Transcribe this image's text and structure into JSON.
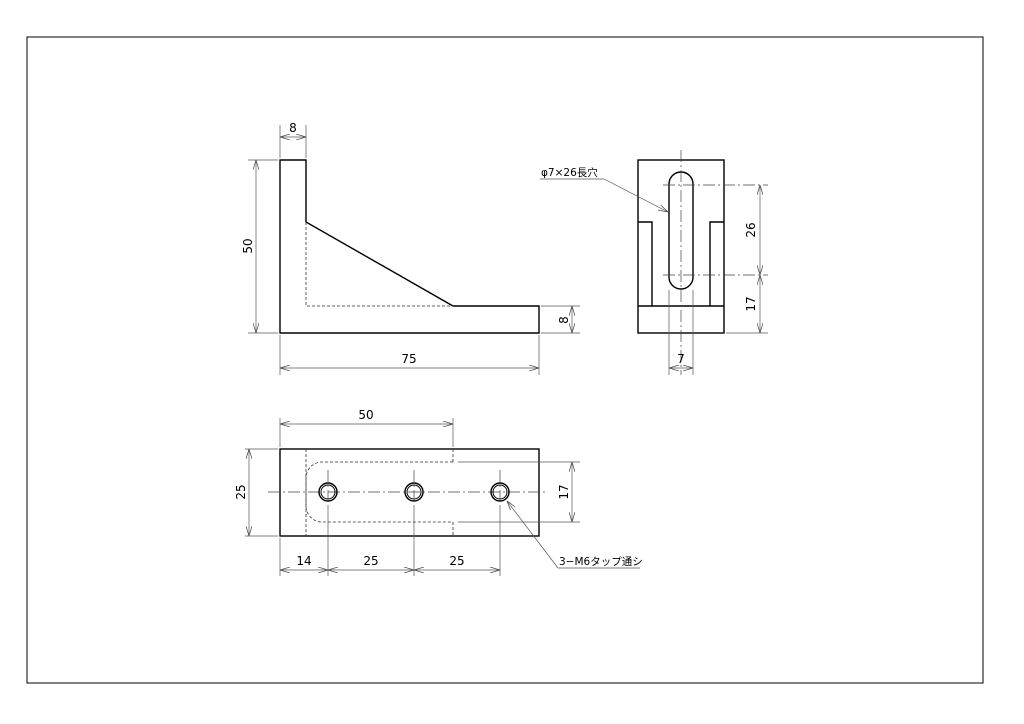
{
  "drawing": {
    "front_view": {
      "width_top": "8",
      "height": "50",
      "base_thickness": "8",
      "length": "75"
    },
    "side_view": {
      "slot_note": "φ7×26長穴",
      "slot_length": "26",
      "slot_offset": "17",
      "slot_width": "7"
    },
    "top_view": {
      "depth": "25",
      "hidden_length": "50",
      "slot_span": "17",
      "edge_to_hole": "14",
      "pitch_1": "25",
      "pitch_2": "25",
      "hole_note": "3−M6タップ通シ"
    }
  }
}
